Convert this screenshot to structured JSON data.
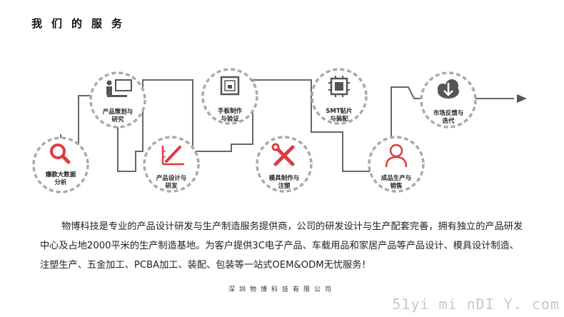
{
  "title": "我们的服务",
  "nodes": [
    {
      "line1": "爆款大数据",
      "line2": "分析",
      "icon": "magnifier-icon"
    },
    {
      "line1": "产品策划与",
      "line2": "研究",
      "icon": "presentation-icon"
    },
    {
      "line1": "产品设计与",
      "line2": "研发",
      "icon": "ruler-pencil-icon"
    },
    {
      "line1": "手板制作",
      "line2": "与验证",
      "icon": "3d-printer-icon"
    },
    {
      "line1": "模具制作与",
      "line2": "注塑",
      "icon": "wrench-screwdriver-icon"
    },
    {
      "line1": "SMT贴片",
      "line2": "与装配",
      "icon": "chip-icon"
    },
    {
      "line1": "成品生产与",
      "line2": "销售",
      "icon": "user-icon"
    },
    {
      "line1": "市场反馈与",
      "line2": "迭代",
      "icon": "cloud-download-icon"
    }
  ],
  "description": "物博科技是专业的产品设计研发与生产制造服务提供商，公司的研发设计与生产配套完善，拥有独立的产品研发中心及占地2000平米的生产制造基地。为客户提供3C电子产品、车载用品和家居产品等产品设计、模具设计制造、注塑生产、五金加工、PCBA加工、装配、包装等一站式OEM&ODM无忧服务！",
  "footer": "深圳物博科技有限公司",
  "watermark": "51yi mi nDI Y. com",
  "colors": {
    "accent": "#e03a3f",
    "icon_gray": "#555555",
    "dash": "#aaaaaa"
  }
}
